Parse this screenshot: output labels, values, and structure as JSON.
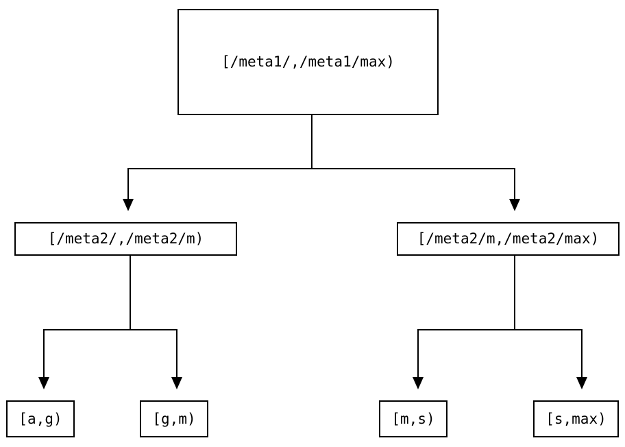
{
  "diagram": {
    "type": "binary-tree",
    "title": "",
    "background_color": "#ffffff",
    "line_color": "#000000",
    "text_color": "#000000",
    "nodes": {
      "root": {
        "label": "[/meta1/,/meta1/max)"
      },
      "level2_left": {
        "label": "[/meta2/,/meta2/m)"
      },
      "level2_right": {
        "label": "[/meta2/m,/meta2/max)"
      },
      "leaf1": {
        "label": "[a,g)"
      },
      "leaf2": {
        "label": "[g,m)"
      },
      "leaf3": {
        "label": "[m,s)"
      },
      "leaf4": {
        "label": "[s,max)"
      }
    }
  }
}
